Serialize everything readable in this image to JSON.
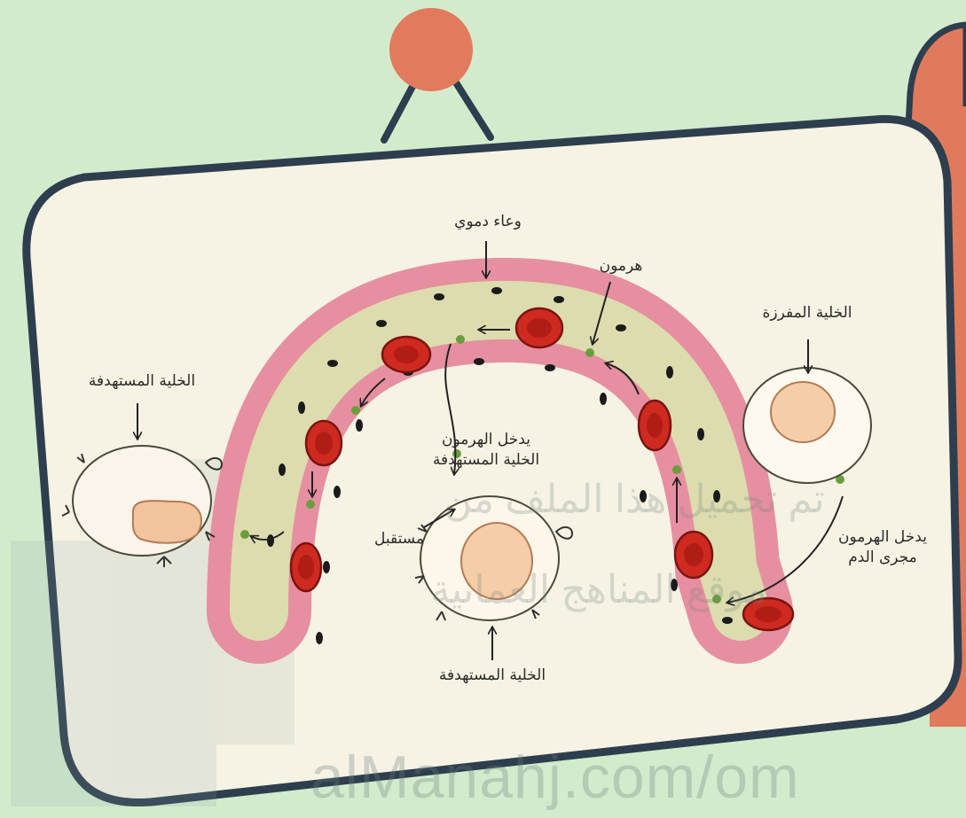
{
  "diagram": {
    "labels": {
      "blood_vessel": "وعاء دموي",
      "hormone": "هرمون",
      "secreting_cell": "الخلية المفرزة",
      "target_cell_left": "الخلية المستهدفة",
      "target_cell_bottom": "الخلية المستهدفة",
      "hormone_enters_target": "يدخل الهرمون\nالخلية المستهدفة",
      "receptor": "مستقبل",
      "hormone_enters_blood": "يدخل الهرمون\nمجرى الدم"
    }
  },
  "watermark": {
    "arabic_line1": "تم تحميل هذا الملف من",
    "arabic_line2": "موقع المناهج العمانية",
    "url": "alManahj.com/om"
  },
  "colors": {
    "background": "#d3ebcc",
    "board": "#f6f3e4",
    "frame": "#2e3e4e",
    "pin": "#e27a5e",
    "vessel_wall": "#e68fa0",
    "plasma": "#dcdcae",
    "red_cell": "#cf2a20",
    "hormone_dot": "#6a9e3c"
  }
}
